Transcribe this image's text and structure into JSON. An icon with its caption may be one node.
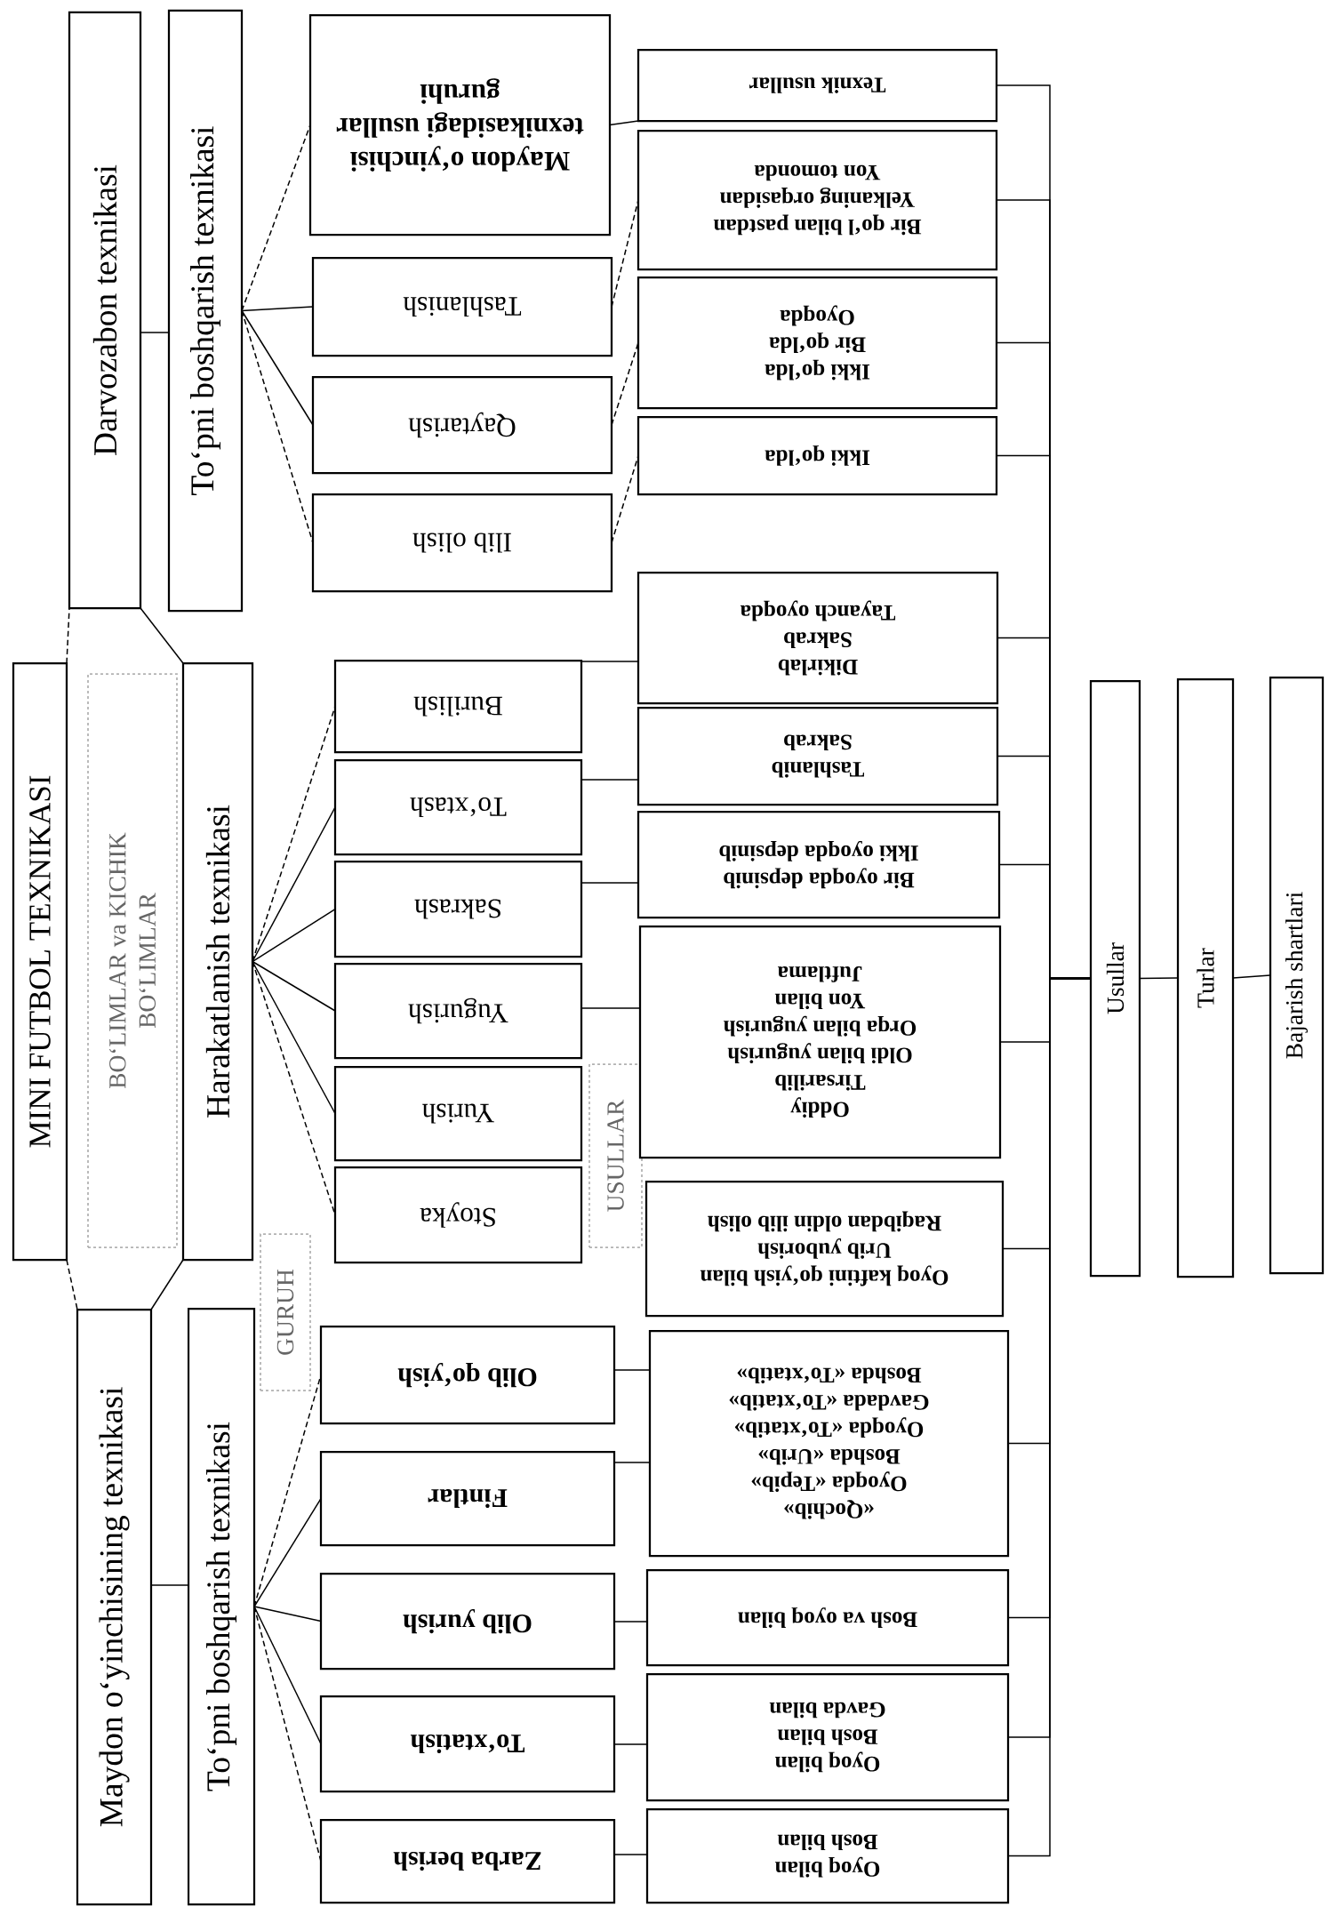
{
  "diagram": {
    "nodes": [
      {
        "text": [
          "MINI FUTBOL TEXNIKASI"
        ]
      },
      {
        "text": [
          "Darvozabon texnikasi"
        ]
      },
      {
        "text": [
          "Maydon o‘yinchisining texnikasi"
        ]
      },
      {
        "text": [
          "BO‘LIMLAR va KICHIK BO‘LIMLAR"
        ]
      },
      {
        "text": [
          "To‘pni boshqarish texnikasi"
        ]
      },
      {
        "text": [
          "Harakatlanish texnikasi"
        ]
      },
      {
        "text": [
          "To‘pni boshqarish texnikasi"
        ]
      },
      {
        "text": [
          "GURUH"
        ]
      },
      {
        "text": [
          "USULLAR"
        ]
      },
      {
        "text": [
          "Maydon o‘yinchisi texnikasidagi usullar guruhi"
        ]
      },
      {
        "text": [
          "Tashlanish"
        ]
      },
      {
        "text": [
          "Qaytarish"
        ]
      },
      {
        "text": [
          "Ilib olish"
        ]
      },
      {
        "text": [
          "Burilish"
        ]
      },
      {
        "text": [
          "To‘xtash"
        ]
      },
      {
        "text": [
          "Sakrash"
        ]
      },
      {
        "text": [
          "Yugurish"
        ]
      },
      {
        "text": [
          "Yurish"
        ]
      },
      {
        "text": [
          "Stoyka"
        ]
      },
      {
        "text": [
          "Olib qo‘yish"
        ]
      },
      {
        "text": [
          "Fintlar"
        ]
      },
      {
        "text": [
          "Olib yurish"
        ]
      },
      {
        "text": [
          "To‘xtatish"
        ]
      },
      {
        "text": [
          "Zarba berish"
        ]
      },
      {
        "text": [
          "Texnik usullar"
        ]
      },
      {
        "text": [
          "Bir qo‘l bilan pastdan",
          "Yelkaning orqasidan",
          "Yon tomonda"
        ]
      },
      {
        "text": [
          "Ikki qo‘lda",
          "Bir qo‘lda",
          "Oyoqda"
        ]
      },
      {
        "text": [
          "Ikki qo‘lda"
        ]
      },
      {
        "text": [
          "Dikirlab",
          "Sakrab",
          "Tayanch oyoqda"
        ]
      },
      {
        "text": [
          "Tashlanib",
          "Sakrab"
        ]
      },
      {
        "text": [
          "Bir oyoqda depsinib",
          "Ikki oyoqda depsinib"
        ]
      },
      {
        "text": [
          "Oddiy",
          "Tirsarilib",
          "Oldi bilan yugurish",
          "Orqa bilan yugurish",
          "Yon bilan",
          "Juftlama"
        ]
      },
      {
        "text": [
          "Oyoq kaftini qo‘yish bilan",
          "Urib yuborish",
          "Raqibdan oldin ilib olish"
        ]
      },
      {
        "text": [
          "«Qochib»",
          "Oyoqda «Tepib»",
          "Boshda «Urib»",
          "Oyoqda «To‘xtatib»",
          "Gavdada «To‘xtatib»",
          "Boshda «To‘xtatib»"
        ]
      },
      {
        "text": [
          "Bosh va oyoq bilan"
        ]
      },
      {
        "text": [
          "Oyoq bilan",
          "Bosh bilan",
          "Gavda bilan"
        ]
      },
      {
        "text": [
          "Oyoq bilan",
          "Bosh bilan"
        ]
      },
      {
        "text": [
          "Usullar"
        ]
      },
      {
        "text": [
          "Turlar"
        ]
      },
      {
        "text": [
          "Bajarish shartlari"
        ]
      }
    ],
    "edges": [
      {
        "from": 0,
        "to": 1,
        "arrow": "none",
        "style": "dashed"
      },
      {
        "from": 5,
        "to": 1,
        "arrow": "none"
      },
      {
        "from": 0,
        "to": 2,
        "arrow": "none",
        "style": "dashed"
      },
      {
        "from": 5,
        "to": 2,
        "arrow": "none"
      },
      {
        "from": 1,
        "to": 4,
        "arrow": "none"
      },
      {
        "from": 2,
        "to": 6,
        "arrow": "none"
      },
      {
        "from": 4,
        "to": 9,
        "arrow": "none",
        "style": "dashed"
      },
      {
        "from": 4,
        "to": 10,
        "arrow": "none"
      },
      {
        "from": 4,
        "to": 11,
        "arrow": "none"
      },
      {
        "from": 4,
        "to": 12,
        "arrow": "none",
        "style": "dashed"
      },
      {
        "from": 5,
        "to": 13,
        "arrow": "none",
        "style": "dashed"
      },
      {
        "from": 5,
        "to": 14,
        "arrow": "none"
      },
      {
        "from": 5,
        "to": 15,
        "arrow": "none"
      },
      {
        "from": 5,
        "to": 16,
        "arrow": "none"
      },
      {
        "from": 5,
        "to": 17,
        "arrow": "none"
      },
      {
        "from": 5,
        "to": 18,
        "arrow": "none",
        "style": "dashed"
      },
      {
        "from": 6,
        "to": 19,
        "arrow": "none",
        "style": "dashed"
      },
      {
        "from": 6,
        "to": 20,
        "arrow": "none"
      },
      {
        "from": 6,
        "to": 21,
        "arrow": "none"
      },
      {
        "from": 6,
        "to": 22,
        "arrow": "none"
      },
      {
        "from": 6,
        "to": 23,
        "arrow": "none",
        "style": "dashed"
      },
      {
        "from": 9,
        "to": 24,
        "arrow": "none"
      },
      {
        "from": 10,
        "to": 25,
        "arrow": "none",
        "style": "dashed"
      },
      {
        "from": 11,
        "to": 26,
        "arrow": "none",
        "style": "dashed"
      },
      {
        "from": 12,
        "to": 27,
        "arrow": "none",
        "style": "dashed"
      },
      {
        "from": 13,
        "to": 28,
        "arrow": "none"
      },
      {
        "from": 14,
        "to": 29,
        "arrow": "none"
      },
      {
        "from": 15,
        "to": 30,
        "arrow": "none"
      },
      {
        "from": 16,
        "to": 31,
        "arrow": "none"
      },
      {
        "from": 19,
        "to": 33,
        "arrow": "none"
      },
      {
        "from": 20,
        "to": 33,
        "arrow": "none"
      },
      {
        "from": 21,
        "to": 34,
        "arrow": "none"
      },
      {
        "from": 22,
        "to": 35,
        "arrow": "none"
      },
      {
        "from": 23,
        "to": 36,
        "arrow": "none"
      },
      {
        "from": 24,
        "to": 37,
        "arrow": "none"
      },
      {
        "from": 25,
        "to": 37,
        "arrow": "none"
      },
      {
        "from": 26,
        "to": 37,
        "arrow": "none"
      },
      {
        "from": 27,
        "to": 37,
        "arrow": "none"
      },
      {
        "from": 28,
        "to": 37,
        "arrow": "none"
      },
      {
        "from": 29,
        "to": 37,
        "arrow": "none"
      },
      {
        "from": 30,
        "to": 37,
        "arrow": "none"
      },
      {
        "from": 31,
        "to": 37,
        "arrow": "none"
      },
      {
        "from": 32,
        "to": 37,
        "arrow": "none"
      },
      {
        "from": 33,
        "to": 37,
        "arrow": "none"
      },
      {
        "from": 34,
        "to": 37,
        "arrow": "none"
      },
      {
        "from": 35,
        "to": 37,
        "arrow": "none"
      },
      {
        "from": 36,
        "to": 37,
        "arrow": "none"
      },
      {
        "from": 37,
        "to": 38,
        "arrow": "none"
      },
      {
        "from": 38,
        "to": 39,
        "arrow": "none"
      }
    ]
  }
}
